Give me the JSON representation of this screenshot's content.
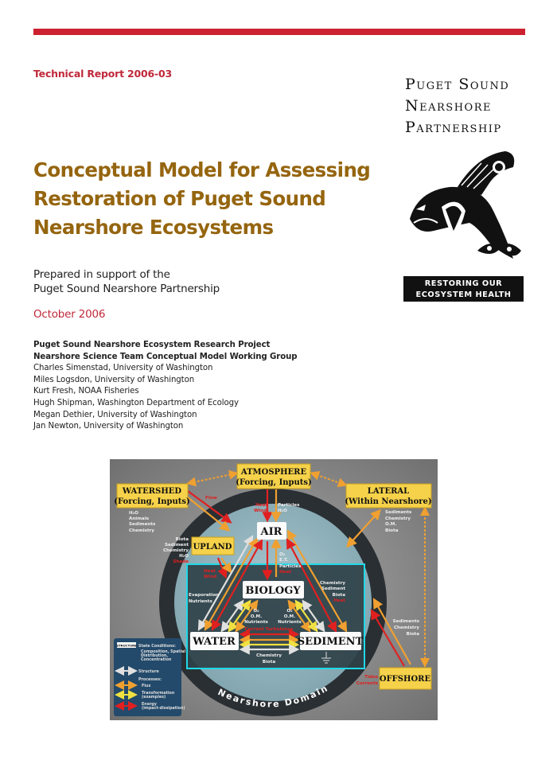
{
  "header": {
    "report_number": "Technical Report 2006-03",
    "title_lines": [
      "Conceptual Model for Assessing",
      "Restoration of Puget Sound",
      "Nearshore Ecosystems"
    ],
    "prepared_lines": [
      "Prepared in support of the",
      "Puget Sound Nearshore Partnership"
    ],
    "date": "October 2006"
  },
  "authors": {
    "project": "Puget Sound Nearshore Ecosystem Research Project",
    "group": "Nearshore Science Team Conceptual Model Working Group",
    "people": [
      "Charles Simenstad, University of Washington",
      "Miles Logsdon, University of Washington",
      "Kurt Fresh, NOAA Fisheries",
      "Hugh Shipman, Washington Department of Ecology",
      "Megan Dethier, University of Washington",
      "Jan Newton, University of Washington"
    ]
  },
  "logo": {
    "name_lines": [
      "Puget Sound",
      "Nearshore",
      "Partnership"
    ],
    "tagline_lines": [
      "RESTORING OUR",
      "ECOSYSTEM HEALTH"
    ],
    "art": "orca-formline-icon"
  },
  "colors": {
    "top_bar": "#cc2130",
    "red_text": "#c0283a",
    "title": "#95650f",
    "flux": "#f0a030",
    "transformation": "#f0e040",
    "energy": "#e02020",
    "structure": "#dddddd"
  },
  "diagram": {
    "boxes": {
      "atmosphere": [
        "ATMOSPHERE",
        "(Forcing, Inputs)"
      ],
      "watershed": [
        "WATERSHED",
        "(Forcing, Inputs)"
      ],
      "lateral": [
        "LATERAL",
        "(Within Nearshore)"
      ],
      "upland": "UPLAND",
      "offshore": "OFFSHORE",
      "air": "AIR",
      "biology": "BIOLOGY",
      "water": "WATER",
      "sediment": "SEDIMENT"
    },
    "labels": {
      "flow": "Flow",
      "heat": "Heat",
      "wind": "Wind",
      "particles": "Particles",
      "h2o": "H₂O",
      "watershed_items": [
        "H₂O",
        "Animals",
        "Sediments",
        "Chemistry"
      ],
      "lateral_items": [
        "Sediments",
        "Chemistry",
        "O.M.",
        "Biota"
      ],
      "upland_items": [
        "Biota",
        "Sediment",
        "Chemistry",
        "H₂O"
      ],
      "shade": "Shade",
      "upland_energy": [
        "Heat",
        "Wind"
      ],
      "air_bio": [
        "O₂",
        "E.T.",
        "Particles"
      ],
      "air_bio_red": "Heat",
      "evap": [
        "Evaporation",
        "Nutrients"
      ],
      "sed_air": [
        "Chemistry",
        "Sediment",
        "Biota"
      ],
      "sed_air_red": "Heat",
      "water_bio": [
        "O₂",
        "O.M.",
        "Nutrients"
      ],
      "sed_bio": [
        "O₂",
        "O.M.",
        "Nutrients"
      ],
      "water_sed_red": "Current Turbulence",
      "water_sed": [
        "Chemistry",
        "Biota"
      ],
      "offshore_items": [
        "Sediments",
        "Chemistry",
        "Biota"
      ],
      "tides": [
        "Tides",
        "Currents"
      ],
      "domain": "Nearshore Domain"
    },
    "legend": {
      "structure_box": "STRUCTURE",
      "state_conditions": "State Conditions:",
      "state_detail": [
        "Composition, Spatial",
        "Distribution,",
        "Concentration"
      ],
      "structure": "Structure",
      "processes": "Processes:",
      "flux": "Flux",
      "transformation": [
        "Transformation",
        "(examples)"
      ],
      "energy": [
        "Energy",
        "(impact-dissipation)"
      ]
    }
  }
}
